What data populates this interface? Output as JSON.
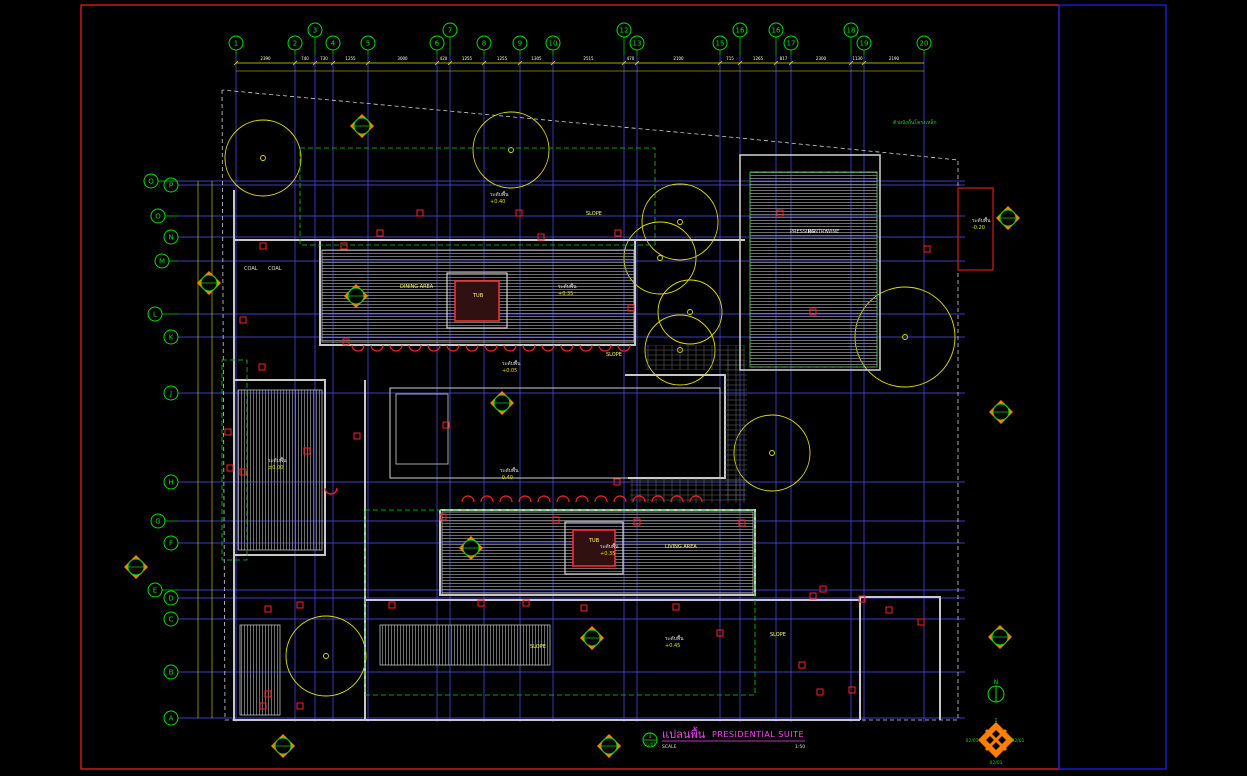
{
  "drawing": {
    "title_th": "แปลนพื้น",
    "title_en": "PRESIDENTIAL SUITE",
    "scale_label": "SCALE",
    "scale_value": "1:50",
    "title_ref_number": "1",
    "title_ref_sheet": "01/01"
  },
  "grid": {
    "columns": [
      "1",
      "2",
      "3",
      "4",
      "5",
      "6",
      "7",
      "8",
      "9",
      "10",
      "12",
      "13",
      "15",
      "16",
      "16",
      "17",
      "18",
      "19",
      "20"
    ],
    "rows": [
      "Q",
      "P",
      "O",
      "N",
      "M",
      "L",
      "K",
      "J",
      "H",
      "G",
      "F",
      "E",
      "D",
      "C",
      "B",
      "A"
    ]
  },
  "dimensions": [
    "2390",
    "740",
    "730",
    "1255",
    "3000",
    "420",
    "1255",
    "1255",
    "1305",
    "2515",
    "470",
    "2100",
    "715",
    "1265",
    "817",
    "2300",
    "1130",
    "2190"
  ],
  "room_labels": [
    "PRESSING",
    "PANTRY",
    "WINE",
    "DINING AREA",
    "TUB",
    "LIVING AREA",
    "COAL",
    "COAL",
    "SLOPE"
  ],
  "annotations": [
    "ระดับพื้น",
    "+0.40",
    "+0.35",
    "+0.45",
    "-0.20",
    "±0.00",
    "+0.05",
    "-0.40",
    "ตัวผนังกั้นโครงเหล็ก"
  ],
  "section_refs": [
    {
      "num": "1",
      "sheet": "02/01"
    },
    {
      "num": "2",
      "sheet": "02/01"
    },
    {
      "num": "3",
      "sheet": "02/01"
    },
    {
      "num": "4",
      "sheet": "02/01"
    }
  ],
  "north_label": "N",
  "colors": {
    "border_red": "#ff2020",
    "border_blue": "#2020ff",
    "grid_line": "#6060ff",
    "grid_bubble": "#00e000",
    "wall": "#c0c0c0",
    "hatch": "#a0a0a0",
    "dim": "#e0e000",
    "tree": "#e0e000",
    "magenta": "#ff40ff",
    "red_marker": "#ff2020",
    "cyan": "#00ffff",
    "orange": "#ff8000"
  }
}
